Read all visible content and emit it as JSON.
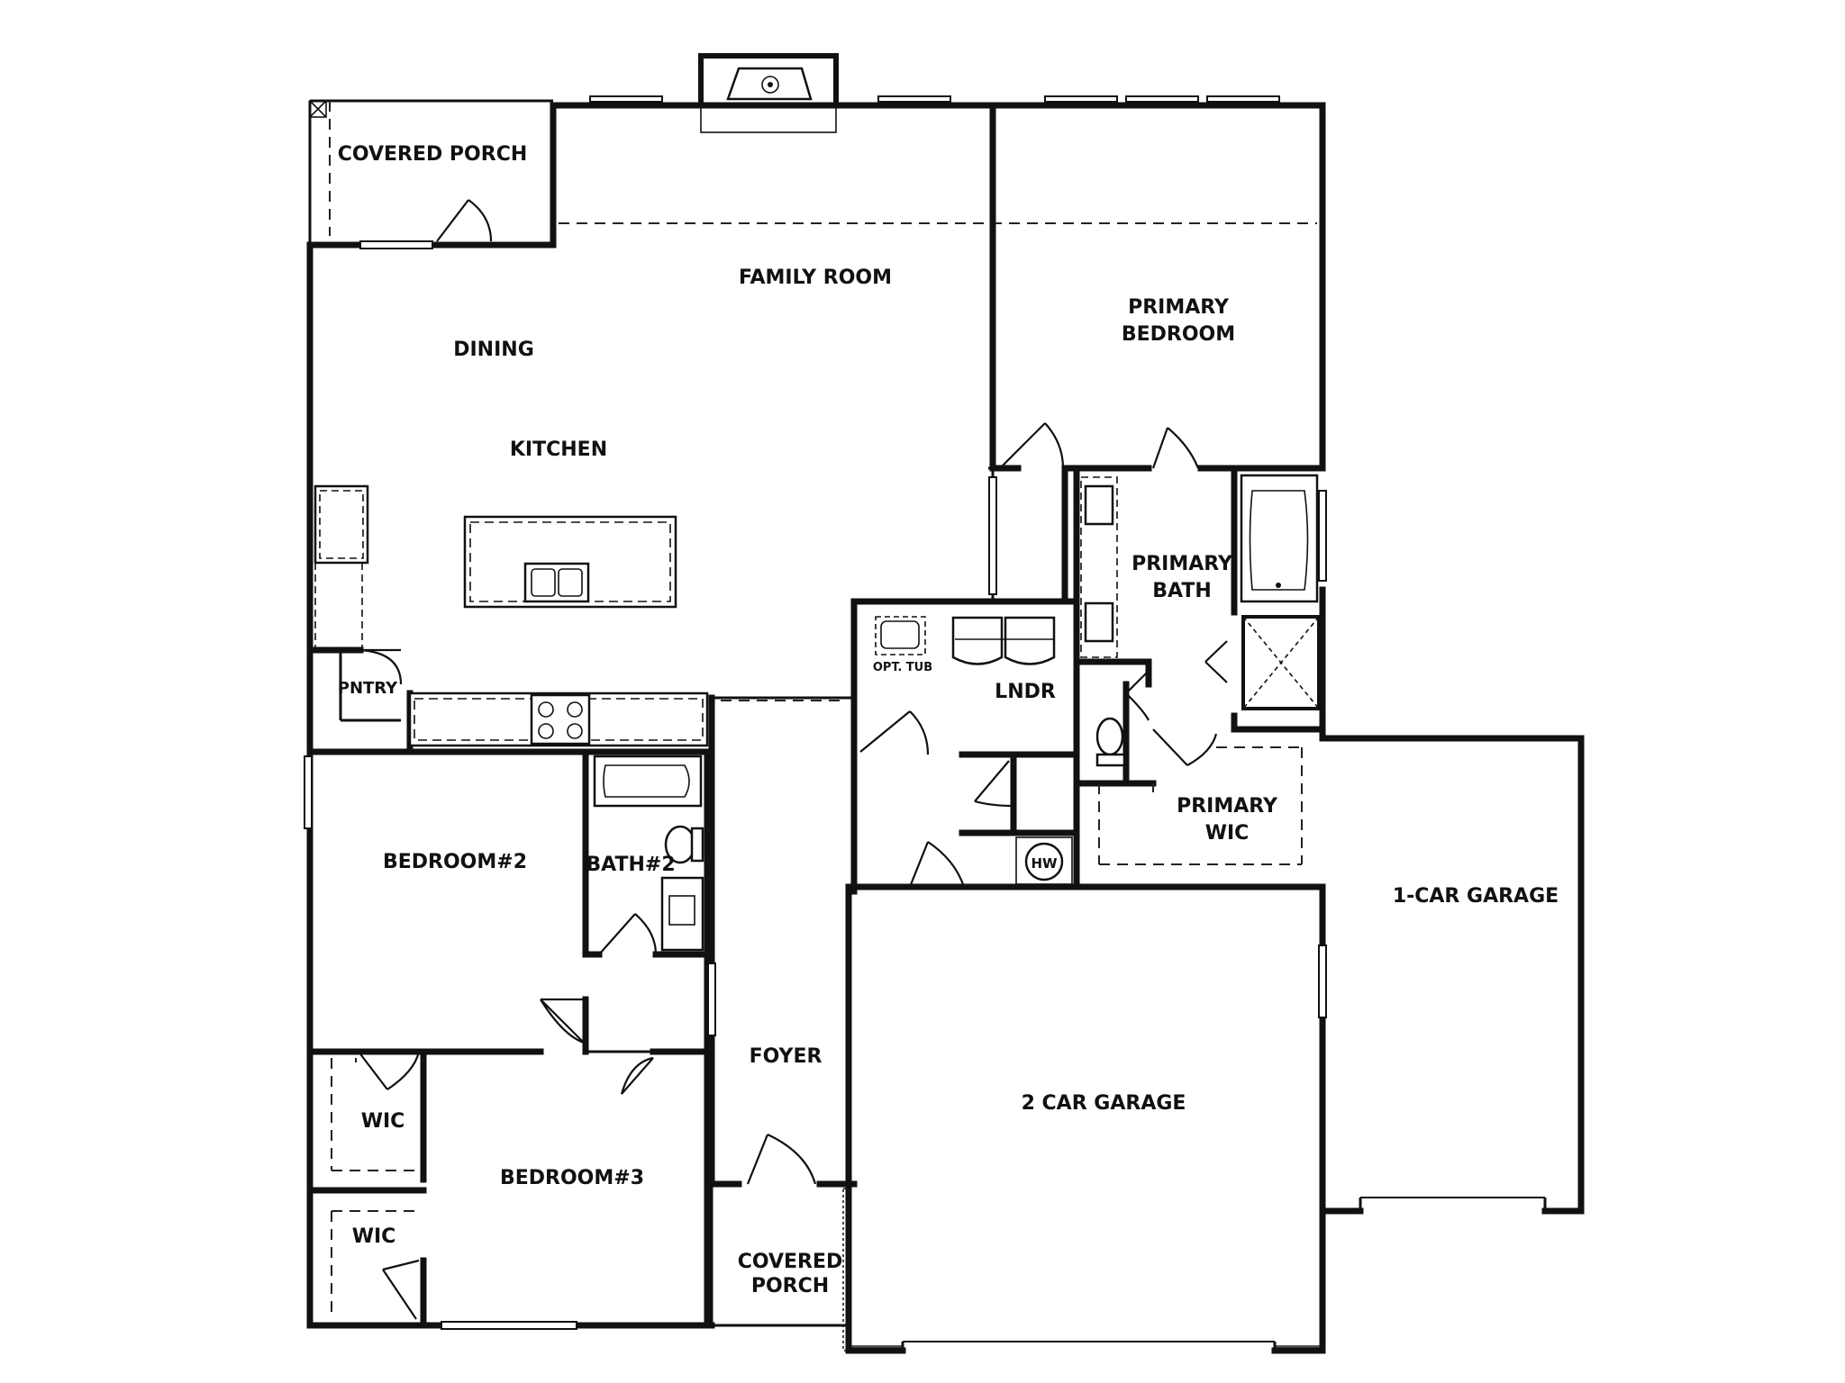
{
  "floorplan": {
    "rooms": {
      "covered_porch_top": "COVERED PORCH",
      "family_room": "FAMILY ROOM",
      "primary_bedroom_1": "PRIMARY",
      "primary_bedroom_2": "BEDROOM",
      "dining": "DINING",
      "kitchen": "KITCHEN",
      "primary_bath_1": "PRIMARY",
      "primary_bath_2": "BATH",
      "pantry": "PNTRY",
      "laundry": "LNDR",
      "opt_tub": "OPT. TUB",
      "primary_wic_1": "PRIMARY",
      "primary_wic_2": "WIC",
      "bedroom_2": "BEDROOM#2",
      "bath_2": "BATH#2",
      "water_heater": "HW",
      "one_car_garage": "1-CAR GARAGE",
      "foyer": "FOYER",
      "two_car_garage": "2 CAR GARAGE",
      "wic_upper": "WIC",
      "bedroom_3": "BEDROOM#3",
      "wic_lower": "WIC",
      "covered_porch_front_1": "COVERED",
      "covered_porch_front_2": "PORCH"
    }
  }
}
